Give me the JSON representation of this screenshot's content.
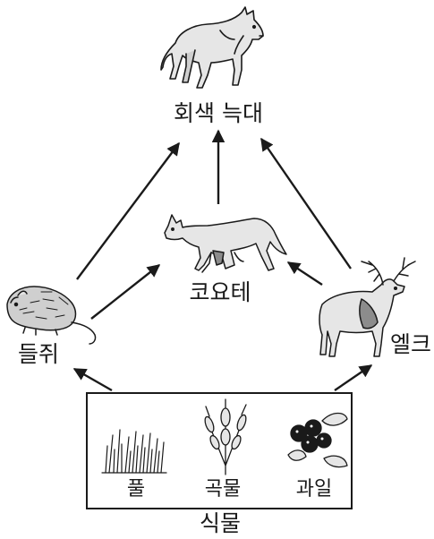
{
  "organisms": {
    "wolf": "회색 늑대",
    "coyote": "코요테",
    "vole": "들쥐",
    "elk": "엘크"
  },
  "plants": {
    "group_label": "식물",
    "grass": "풀",
    "grain": "곡물",
    "fruit": "과일"
  },
  "colors": {
    "ink": "#1a1a1a",
    "fur_light": "#e6e6e6",
    "fur_mid": "#cfcfcf",
    "fur_dark": "#8c8c8c"
  },
  "food_web": [
    {
      "from": "식물",
      "to": "들쥐"
    },
    {
      "from": "식물",
      "to": "엘크"
    },
    {
      "from": "들쥐",
      "to": "회색 늑대"
    },
    {
      "from": "들쥐",
      "to": "코요테"
    },
    {
      "from": "코요테",
      "to": "회색 늑대"
    },
    {
      "from": "엘크",
      "to": "회색 늑대"
    },
    {
      "from": "엘크",
      "to": "코요테"
    }
  ]
}
